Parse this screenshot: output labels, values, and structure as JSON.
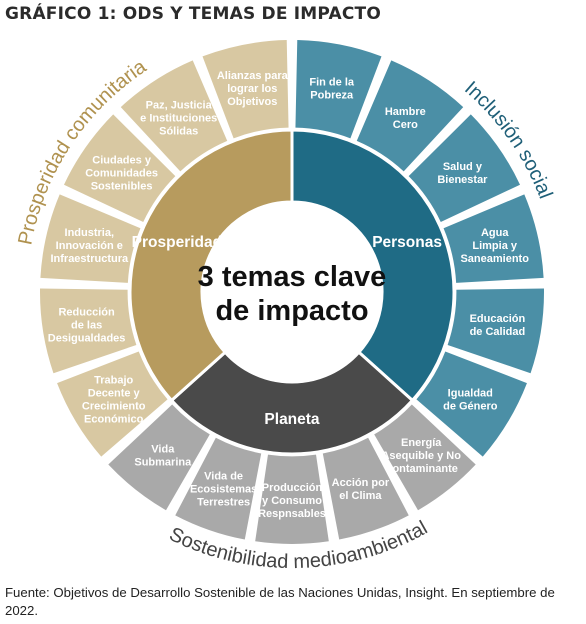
{
  "title": "GRÁFICO 1: ODS Y TEMAS DE IMPACTO",
  "center_label": [
    "3 temas clave",
    "de impacto"
  ],
  "colors": {
    "personas_inner": "#1f6b85",
    "personas_outer": "#4b8fa6",
    "prosperidad_inner": "#b79b5e",
    "prosperidad_outer": "#d8c8a2",
    "planeta_inner": "#4a4a4a",
    "planeta_outer": "#a9a9a9",
    "personas_arc_text": "#1f5f78",
    "prosperidad_arc_text": "#b0924f",
    "planeta_arc_text": "#444444"
  },
  "themes": [
    {
      "key": "personas",
      "inner_label": "Personas",
      "arc_label": "Inclusión social",
      "goals": [
        [
          "Fin de la",
          "Pobreza"
        ],
        [
          "Hambre",
          "Cero"
        ],
        [
          "Salud y",
          "Bienestar"
        ],
        [
          "Agua",
          "Limpia y",
          "Saneamiento"
        ],
        [
          "Educación",
          "de Calidad"
        ],
        [
          "Igualdad",
          "de Género"
        ]
      ]
    },
    {
      "key": "planeta",
      "inner_label": "Planeta",
      "arc_label": "Sostenibilidad medioambiental",
      "goals": [
        [
          "Energía",
          "Asequible y No",
          "Contaminante"
        ],
        [
          "Acción por",
          "el Clima"
        ],
        [
          "Producción",
          "y Consumo",
          "Respnsables"
        ],
        [
          "Vida de",
          "Ecosistemas",
          "Terrestres"
        ],
        [
          "Vida",
          "Submarina"
        ]
      ]
    },
    {
      "key": "prosperidad",
      "inner_label": "Prosperidad",
      "arc_label": "Prosperidad comunitaria",
      "goals": [
        [
          "Trabajo",
          "Decente y",
          "Crecimiento",
          "Económico"
        ],
        [
          "Reducción",
          "de las",
          "Desigualdades"
        ],
        [
          "Industria,",
          "Innovación e",
          "Infraestructura"
        ],
        [
          "Ciudades y",
          "Comunidades",
          "Sostenibles"
        ],
        [
          "Paz, Justicia",
          "e Instituciones",
          "Sólidas"
        ],
        [
          "Alianzas para",
          "lograr los",
          "Objetivos"
        ]
      ]
    }
  ],
  "footer": "Fuente: Objetivos de Desarrollo Sostenible de las Naciones Unidas, Insight. En septiembre de 2022."
}
